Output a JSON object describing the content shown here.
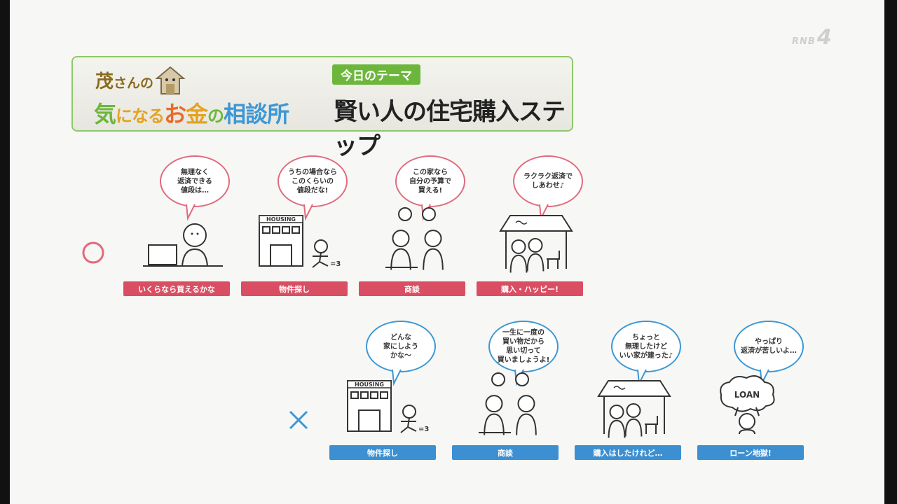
{
  "channel_logo": {
    "text": "RNB",
    "number": "4"
  },
  "header": {
    "show_title_line1_a": "茂",
    "show_title_line1_b": "さんの",
    "show_title_line2": [
      {
        "text": "気",
        "color": "#6db63c"
      },
      {
        "text": "に",
        "color": "#e3a321"
      },
      {
        "text": "な",
        "color": "#e3a321"
      },
      {
        "text": "る",
        "color": "#e3a321"
      },
      {
        "text": "お",
        "color": "#e86a2a"
      },
      {
        "text": "金",
        "color": "#e3a321"
      },
      {
        "text": "の",
        "color": "#6db63c"
      },
      {
        "text": "相",
        "color": "#3c97d4"
      },
      {
        "text": "談",
        "color": "#3c97d4"
      },
      {
        "text": "所",
        "color": "#3c97d4"
      }
    ],
    "theme_tag": "今日のテーマ",
    "theme_title": "賢い人の住宅購入ステップ"
  },
  "rows": {
    "good": {
      "mark": "○",
      "mark_color": "#e06b7c",
      "steps": [
        {
          "bubble": "無理なく\n返済できる\n値段は…",
          "label": "いくらなら買えるかな",
          "scene": "laptop"
        },
        {
          "bubble": "うちの場合なら\nこのくらいの\n値段だな!",
          "label": "物件探し",
          "scene": "housing"
        },
        {
          "bubble": "この家なら\n自分の予算で\n買える!",
          "label": "商談",
          "scene": "talk"
        },
        {
          "bubble": "ラクラク返済で\nしあわせ♪",
          "label": "購入・ハッピー!",
          "scene": "family"
        }
      ]
    },
    "bad": {
      "mark": "×",
      "mark_color": "#3c97d4",
      "steps": [
        {
          "bubble": "どんな\n家にしよう\nかな～",
          "label": "物件探し",
          "scene": "housing"
        },
        {
          "bubble": "一生に一度の\n買い物だから\n思い切って\n買いましょうよ!",
          "label": "商談",
          "scene": "talk"
        },
        {
          "bubble": "ちょっと\n無理したけど\nいい家が建った♪",
          "label": "購入はしたけれど…",
          "scene": "family"
        },
        {
          "bubble": "やっぱり\n返済が苦しいよ…",
          "label": "ローン地獄!",
          "scene": "loan"
        }
      ]
    }
  },
  "scene_text": {
    "housing_sign": "HOUSING",
    "loan_sign": "LOAN",
    "run_suffix": "=3"
  }
}
